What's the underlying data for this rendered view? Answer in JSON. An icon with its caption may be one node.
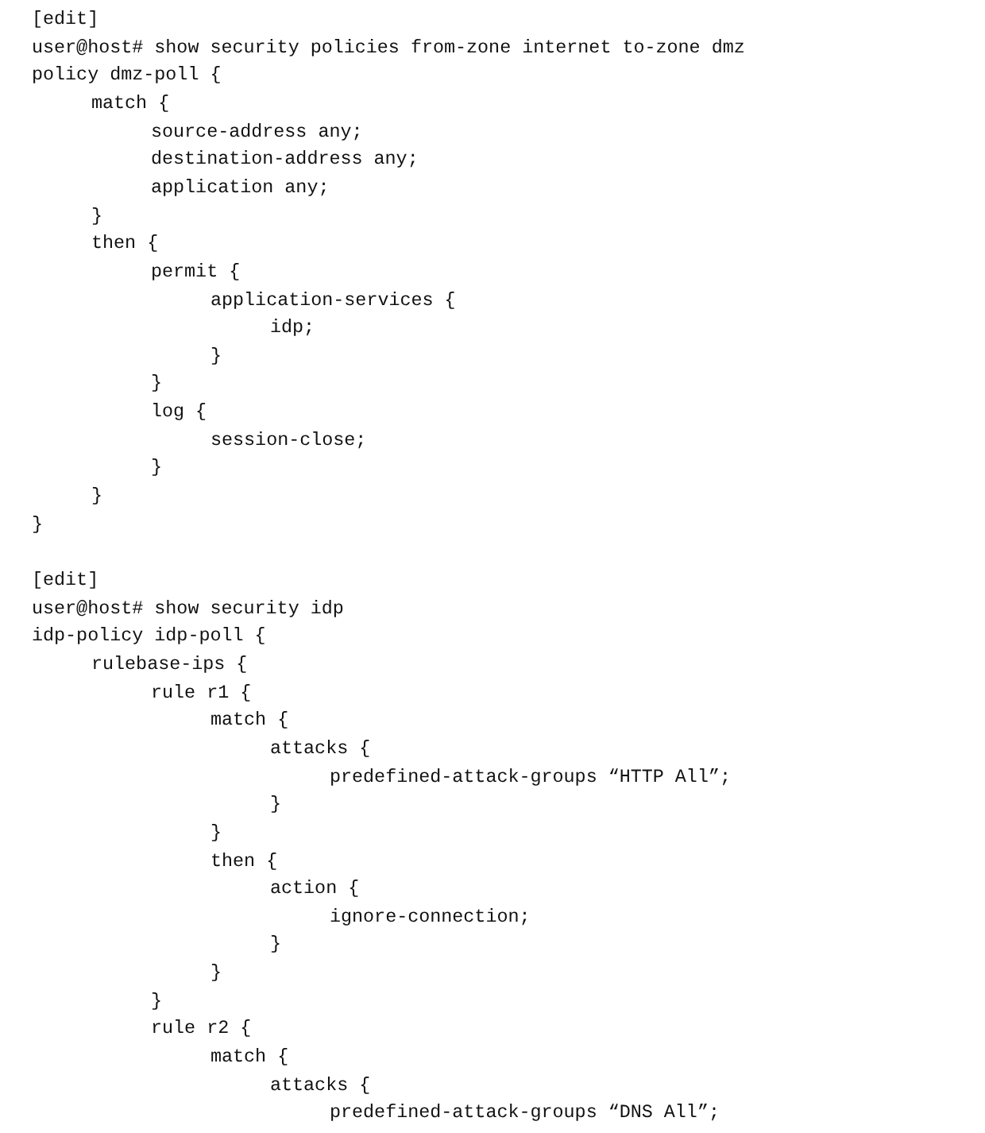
{
  "diagram": {
    "labels": [
      "[edit]",
      "user@host# show security policies from-zone internet to-zone dmz",
      "policy dmz-poll {",
      "match {",
      "source-address any;",
      "destination-address any;",
      "application any;",
      "}",
      "then {",
      "permit {",
      "application-services {",
      "idp;",
      "}",
      "}",
      "log {",
      "session-close;",
      "}",
      "}",
      "}",
      "[edit]",
      "user@host# show security idp",
      "idp-policy idp-poll {",
      "rulebase-ips {",
      "rule r1 {",
      "match {",
      "attacks {",
      "predefined-attack-groups “HTTP All”;",
      "}",
      "}",
      "then {",
      "action {",
      "ignore-connection;",
      "}",
      "}",
      "}",
      "rule r2 {",
      "match {",
      "attacks {",
      "predefined-attack-groups “DNS All”;"
    ]
  }
}
